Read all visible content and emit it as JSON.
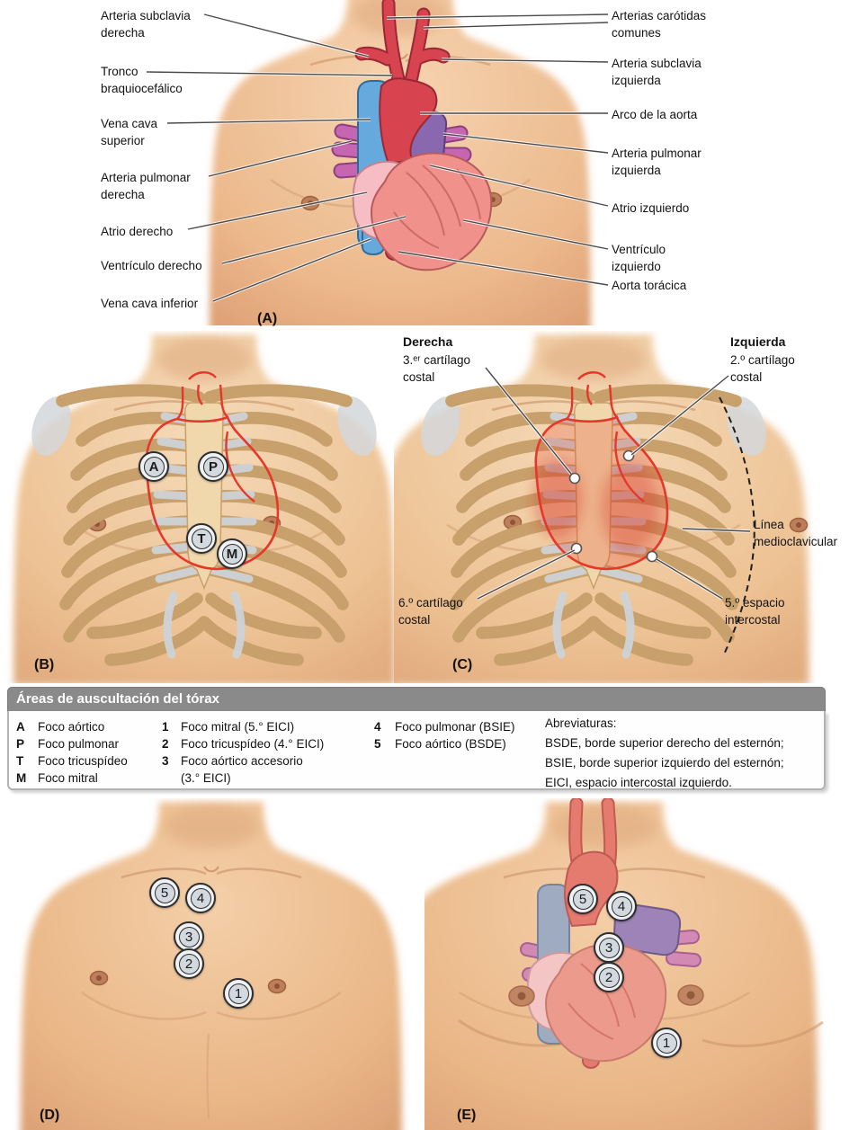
{
  "panel_a": {
    "tag": "(A)",
    "labels_left": [
      "Arteria subclavia\nderecha",
      "Tronco\nbraquiocefálico",
      "Vena cava\nsuperior",
      "Arteria pulmonar\nderecha",
      "Atrio derecho",
      "Ventrículo derecho",
      "Vena cava inferior"
    ],
    "labels_right": [
      "Arterias carótidas\ncomunes",
      "Arteria subclavia\nizquierda",
      "Arco de la aorta",
      "Arteria pulmonar\nizquierda",
      "Atrio izquierdo",
      "Ventrículo\nizquierdo",
      "Aorta torácica"
    ]
  },
  "panel_b": {
    "tag": "(B)",
    "markers": [
      "A",
      "P",
      "T",
      "M"
    ]
  },
  "panel_c": {
    "tag": "(C)",
    "right_title": "Derecha",
    "right_sub": "3.ᵉʳ cartílago\ncostal",
    "left_title": "Izquierda",
    "left_sub": "2.º cartílago\ncostal",
    "midclavicular": "Línea\nmedioclavicular",
    "sixth": "6.º cartílago\ncostal",
    "fifth": "5.º espacio\nintercostal"
  },
  "legend": {
    "title": "Áreas de auscultación del tórax",
    "col1": [
      {
        "k": "A",
        "t": "Foco aórtico"
      },
      {
        "k": "P",
        "t": "Foco pulmonar"
      },
      {
        "k": "T",
        "t": "Foco tricuspídeo"
      },
      {
        "k": "M",
        "t": "Foco mitral"
      }
    ],
    "col2": [
      {
        "k": "1",
        "t": "Foco mitral (5.° EICI)"
      },
      {
        "k": "2",
        "t": "Foco tricuspídeo (4.° EICI)"
      },
      {
        "k": "3",
        "t": "Foco aórtico accesorio\n(3.° EICI)"
      }
    ],
    "col3": [
      {
        "k": "4",
        "t": "Foco pulmonar (BSIE)"
      },
      {
        "k": "5",
        "t": "Foco aórtico (BSDE)"
      }
    ],
    "abbr_title": "Abreviaturas:",
    "abbr_lines": "BSDE, borde superior derecho del esternón;\nBSIE, borde superior izquierdo del esternón;\nEICI, espacio intercostal izquierdo."
  },
  "panel_d": {
    "tag": "(D)",
    "markers": [
      "5",
      "4",
      "3",
      "2",
      "1"
    ]
  },
  "panel_e": {
    "tag": "(E)",
    "markers": [
      "5",
      "4",
      "3",
      "2",
      "1"
    ]
  },
  "colors": {
    "heart_outline_red": "#e5372a",
    "artery_red": "#d84350",
    "vena_cava_blue": "#66aadd",
    "pulmonary_artery_purple": "#8a68b0",
    "pulmonary_vein_pink": "#c766b0",
    "legend_header_gray": "#8a8a8a"
  }
}
